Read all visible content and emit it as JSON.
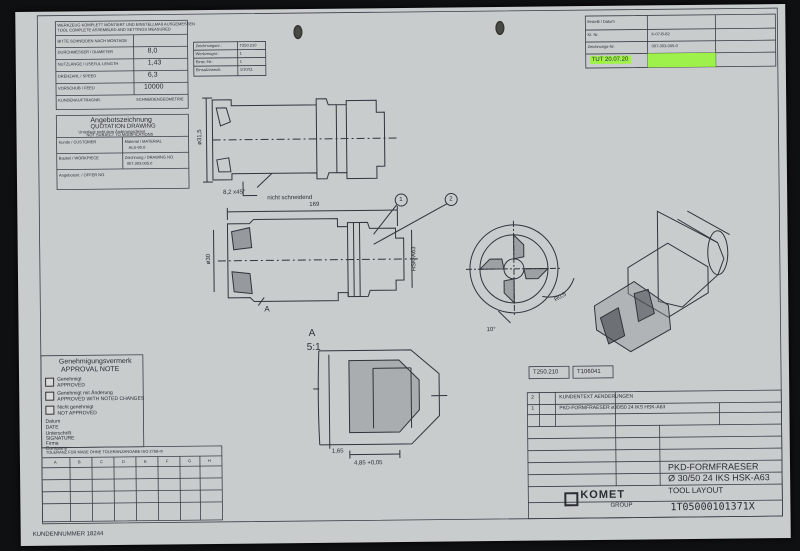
{
  "top_left_table": {
    "header_lines": [
      "WERKZEUG KOMPLETT MONTIERT UND EINSTELLMAß AUSGEMESSEN",
      "TOOL COMPLETE ASSEMBLED AND SETTINGS MEASURED",
      "BITTE SCHNEIDEN NACH MONTAGE"
    ],
    "rows": [
      {
        "label": "DURCHMESSER / DIAMETER",
        "value": "8,0"
      },
      {
        "label": "NUTZLÄNGE / USEFUL LENGTH",
        "value": "1,43"
      },
      {
        "label": "DREHZAHL / SPEED",
        "value": "6,3"
      },
      {
        "label": "VORSCHUB / FEED",
        "value": "10000"
      }
    ],
    "extra_lines": [
      "KUNDENAUFTRAGNR.",
      "SCHNEIDENGEOMETRIE"
    ]
  },
  "spec_table": {
    "rows": [
      {
        "label": "Zeichnungsnr.:",
        "value": "T250.210"
      },
      {
        "label": "Werkzeugnr.:",
        "value": "1"
      },
      {
        "label": "Einst.-Nr.:",
        "value": "1"
      },
      {
        "label": "Einsatzzweck:",
        "value": "1/10/11"
      }
    ]
  },
  "quotation": {
    "title_de": "Angebotszeichnung",
    "title_en": "QUOTATION DRAWING",
    "note_de": "Unterliegt nicht dem Änderungsdienst",
    "note_en": "NOT SUBJECT TO MODIFICATIONS",
    "customer_label": "Kunde / CUSTOMER",
    "material_label": "Material / MATERIAL",
    "material_value": "ALS-90.0",
    "part_label": "Bauteil / WORKPIECE",
    "drawing_label": "Zeichnung / DRAWING NO.",
    "drawing_value": "007.303.005.0",
    "offer_label": "Angebotsnr. / OFFER NO."
  },
  "approval": {
    "title_de": "Genehmigungsvermerk",
    "title_en": "APPROVAL NOTE",
    "options": [
      {
        "de": "Genehmigt",
        "en": "APPROVED"
      },
      {
        "de": "Genehmigt mit Änderung",
        "en": "APPROVED WITH NOTED CHANGES"
      },
      {
        "de": "Nicht genehmigt",
        "en": "NOT APPROVED"
      }
    ],
    "fields": [
      {
        "de": "Datum",
        "en": "DATE"
      },
      {
        "de": "Unterschrift",
        "en": "SIGNATURE"
      },
      {
        "de": "Firma",
        "en": "Company"
      }
    ]
  },
  "tolerance_table": {
    "note": "TOLERANZ FÜR MAßE OHNE TOLERANZANGABE ISO 2768-m",
    "header": [
      "A",
      "B",
      "C",
      "D",
      "E",
      "F",
      "G",
      "H"
    ]
  },
  "footer": {
    "customer_number": "KUNDENNUMMER 18244"
  },
  "top_right": {
    "rows": [
      {
        "label": "Erstellt / Datum",
        "value": "TUT 20.07.20"
      },
      {
        "label": "Kt. Nr.",
        "value": "K-07-B-82"
      },
      {
        "label": "Zeichnungs-Nr.",
        "value": "007-303-005-0"
      }
    ],
    "highlight": "TUT 20.07.20"
  },
  "drawing_annotations": {
    "dim_top": "ø31,5",
    "angle": "8,2 x45°",
    "nicht_schneidend": "nicht schneidend",
    "length": "169",
    "balloons": [
      "1",
      "2"
    ],
    "hsk": "HSK-A63",
    "diameter": "ø30",
    "section_label": "A",
    "section_scale": "5:1",
    "angle_detail": "10°",
    "radius": "R0,5",
    "dim_bottom": "4,85 +0,05",
    "dim_small": "1,65"
  },
  "title_block": {
    "ref_boxes": [
      "T250.210",
      "T106041"
    ],
    "revision_rows": [
      {
        "no": "2",
        "text": "KUNDENTEXT AENDERUNGEN"
      },
      {
        "no": "1",
        "text": "PKD-FORMFRAESER ø30/50 24 IKS HSK-A63"
      }
    ],
    "name_de": "PKD-FORMFRAESER",
    "name_line": "Ø 30/50 24 IKS HSK-A63",
    "tool_layout": "TOOL LAYOUT",
    "company": "KOMET",
    "company_sub": "GROUP",
    "drawing_no": "1T05000101371X"
  },
  "colors": {
    "paper": "#c9cccd",
    "ink": "#2a2d33",
    "highlight": "#9ef04a",
    "background": "#0f1012"
  }
}
